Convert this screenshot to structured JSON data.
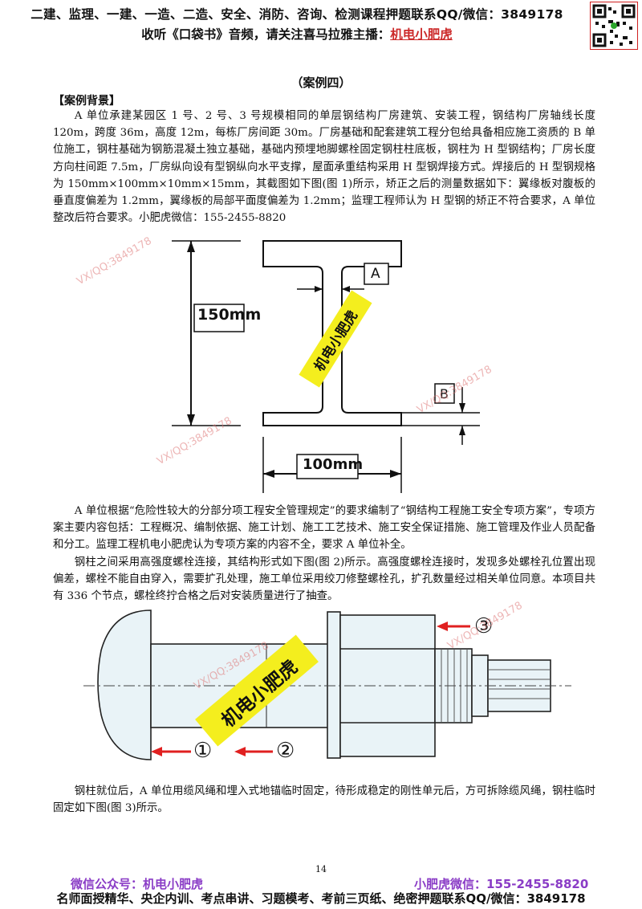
{
  "header": {
    "line1": "二建、监理、一建、一造、二造、安全、消防、咨询、检测课程押题联系QQ/微信：3849178",
    "line2_prefix": "收听《口袋书》音频，请关注喜马拉雅主播：",
    "line2_accent": "机电小肥虎"
  },
  "case_title": "（案例四）",
  "background_title": "【案例背景】",
  "paragraphs": {
    "p1": "A 单位承建某园区 1 号、2 号、3 号规模相同的单层钢结构厂房建筑、安装工程，钢结构厂房轴线长度 120m，跨度 36m，高度 12m，每栋厂房间距 30m。厂房基础和配套建筑工程分包给具备相应施工资质的 B 单位施工，钢柱基础为钢筋混凝土独立基础，基础内预埋地脚螺栓固定钢柱柱底板，钢柱为 H 型钢结构；厂房长度方向柱间距 7.5m，厂房纵向设有型钢纵向水平支撑，屋面承重结构采用 H 型钢焊接方式。焊接后的 H 型钢规格为 150mm×100mm×10mm×15mm，其截图如下图(图 1)所示，矫正之后的测量数据如下：翼缘板对腹板的垂直度偏差为 1.2mm，翼缘板的局部平面度偏差为 1.2mm；监理工程师认为 H 型钢的矫正不符合要求，A 单位整改后符合要求。小肥虎微信：155-2455-8820",
    "p2": "A 单位根据“危险性较大的分部分项工程安全管理规定”的要求编制了“钢结构工程施工安全专项方案”，专项方案主要内容包括：工程概况、编制依据、施工计划、施工工艺技术、施工安全保证措施、施工管理及作业人员配备和分工。监理工程机电小肥虎认为专项方案的内容不全，要求 A 单位补全。",
    "p3": "钢柱之间采用高强度螺栓连接，其结构形式如下图(图 2)所示。高强度螺栓连接时，发现多处螺栓孔位置出现偏差，螺栓不能自由穿入，需要扩孔处理，施工单位采用绞刀修整螺栓孔，扩孔数量经过相关单位同意。本项目共有 336 个节点，螺栓终拧合格之后对安装质量进行了抽查。",
    "p4": "钢柱就位后，A 单位用缆风绳和埋入式地锚临时固定，待形成稳定的刚性单元后，方可拆除缆风绳，钢柱临时固定如下图(图 3)所示。"
  },
  "figure1": {
    "label_height": "150mm",
    "label_width": "100mm",
    "label_a": "A",
    "label_b": "B",
    "stamp": "机电小肥虎"
  },
  "figure2": {
    "marker1": "①",
    "marker2": "②",
    "marker3": "③",
    "stamp": "机电小肥虎"
  },
  "watermarks": {
    "w1": "VX/QQ:3849178",
    "w2": "VX/QQ:3849178",
    "w3": "VX/QQ:3849178",
    "w4": "VX/QQ:3849178",
    "w5": "VX/QQ:3849178"
  },
  "page_number": "14",
  "footer": {
    "left": "微信公众号：机电小肥虎",
    "right": "小肥虎微信：155-2455-8820",
    "bottom": "名师面授精华、央企内训、考点串讲、习题模考、考前三页纸、绝密押题联系QQ/微信：3849178"
  },
  "colors": {
    "accent_red": "#cc2a2a",
    "footer_purple": "#8a3cc6",
    "stamp_yellow": "#f4ee1e",
    "arrow_red": "#e02020",
    "bolt_fill": "#e9f3f7"
  }
}
